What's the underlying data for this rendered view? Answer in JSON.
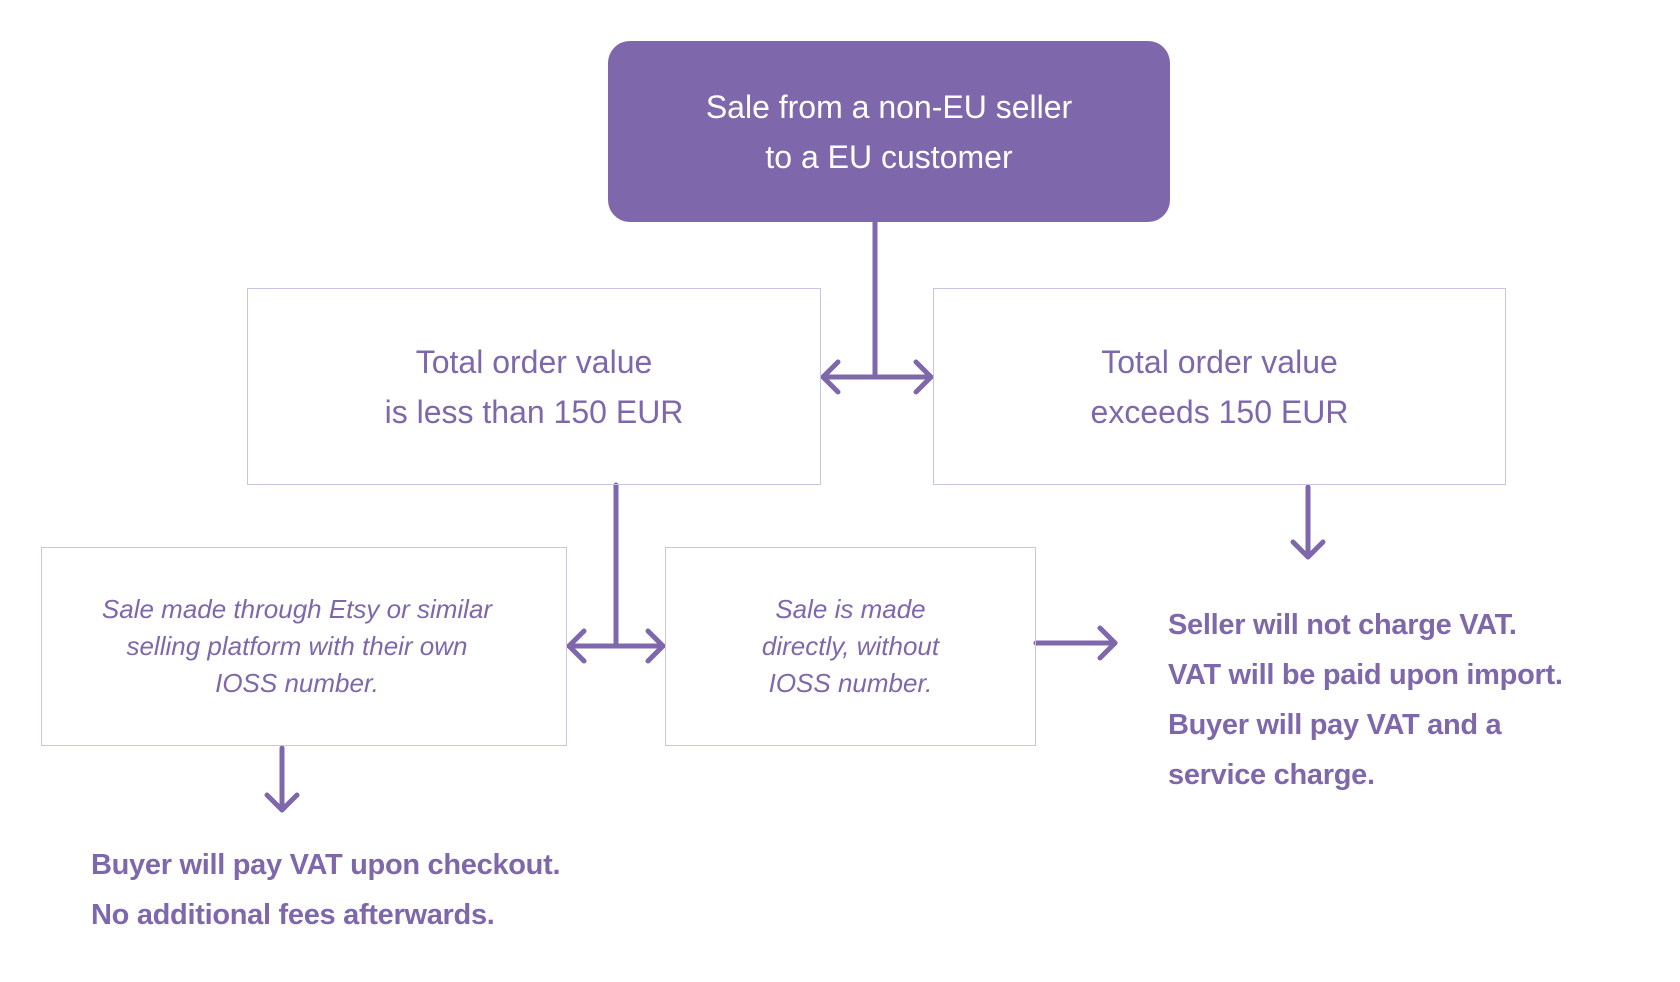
{
  "colors": {
    "accent": "#7E68AB",
    "border": "#CBC3E2"
  },
  "root": {
    "lines": [
      "Sale from a non-EU seller",
      "to a EU customer"
    ]
  },
  "branch_low": {
    "lines": [
      "Total order value",
      "is less than 150 EUR"
    ]
  },
  "branch_high": {
    "lines": [
      "Total order value",
      "exceeds 150 EUR"
    ]
  },
  "platform": {
    "lines": [
      "Sale made through Etsy or similar",
      "selling platform with their own",
      "IOSS number."
    ]
  },
  "direct": {
    "lines": [
      "Sale is made",
      "directly, without",
      "IOSS number."
    ]
  },
  "outcome_platform": {
    "lines": [
      "Buyer will pay VAT upon checkout.",
      "No additional fees afterwards."
    ]
  },
  "outcome_import": {
    "lines": [
      "Seller will not charge VAT.",
      "VAT will be paid upon import.",
      "Buyer will pay VAT and a",
      "service charge."
    ]
  }
}
